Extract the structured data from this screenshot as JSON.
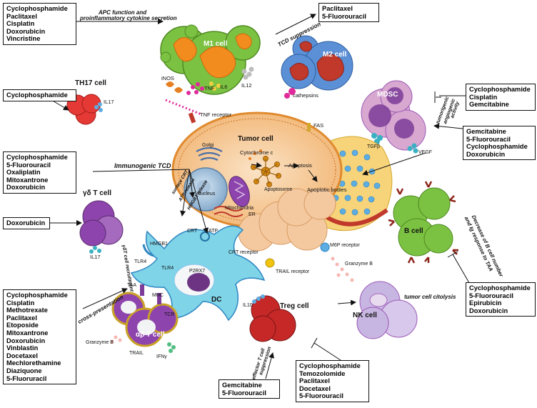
{
  "drug_boxes": {
    "m1_drugs": [
      "Cyclophosphamide",
      "Paclitaxel",
      "Cisplatin",
      "Doxorubicin",
      "Vincristine"
    ],
    "m2_drugs": [
      "Paclitaxel",
      "5-Fluorouracil"
    ],
    "th17_drugs": [
      "Cyclophosphamide"
    ],
    "mdsc_drugs": [
      "Cyclophosphamide",
      "Cisplatin",
      "Gemcitabine"
    ],
    "angiogenic_drugs": [
      "Gemcitabine",
      "5-Fluorouracil",
      "Cyclophosphamide",
      "Doxorubicin"
    ],
    "itcd_drugs": [
      "Cyclophosphamide",
      "5-Fluorouracil",
      "Oxaliplatin",
      "Mitoxantrone",
      "Doxorubicin"
    ],
    "gd_drugs": [
      "Doxorubicin"
    ],
    "cross_drugs": [
      "Cyclophosphamide",
      "Cisplatin",
      "Methotrexate",
      "Paclitaxel",
      "Etoposide",
      "Mitoxantrone",
      "Doxorubicin",
      "Vinblastin",
      "Docetaxel",
      "Mechlorethamine",
      "Diaziquone",
      "5-Fluoruracil"
    ],
    "nk_drugs": [
      "Cyclophosphamide",
      "5-Fluorouracil",
      "Epirubicin",
      "Doxorubicin"
    ],
    "treg_drugs": [
      "Cyclophosphamide",
      "Temozolomide",
      "Paclitaxel",
      "Docetaxel",
      "5-Fluorouracil"
    ],
    "effector_drugs": [
      "Gemcitabine",
      "5-Fluorouracil"
    ]
  },
  "cells": {
    "m1": "M1 cell",
    "m2": "M2 cell",
    "th17": "TH17 cell",
    "mdsc": "MDSC",
    "tumor": "Tumor cell",
    "gd": "γδ T cell",
    "dc": "DC",
    "ab": "αβ T cell",
    "treg": "Treg cell",
    "nk": "NK cell",
    "b": "B cell"
  },
  "annotations": {
    "apc": "APC function and",
    "apc2": "proinflammatory cytokine secretion",
    "tcd_supp": "TCD suppression",
    "immunogenic": "Immunogenic TCD",
    "tumorigenic": "tumorigenic",
    "angiogenic": "angiogenic",
    "activity": "activity",
    "decrease1": "Decrease of B cell number",
    "decrease2": "and Ig response to TAA",
    "citolysis": "tumor cell citolysis",
    "recruitment": "γδT cell recruitment",
    "cross": "cross-presentation",
    "effector1": "effector T cell",
    "effector2": "suppression",
    "surface": "surface CRT",
    "atp_release": "ATP release",
    "hmgb1_release": "HMGB1 release"
  },
  "molecules": {
    "inos": "iNOS",
    "tnf": "TNF",
    "il6": "IL6",
    "il12": "IL12",
    "cathepsins": "cathepsins",
    "il17": "IL17",
    "il17b": "IL17",
    "tnf_receptor": "TNF receptor",
    "fas": "FAS",
    "golgi": "Golgi",
    "cytochrome": "Cytochrome c",
    "nucleus": "Nucleus",
    "mitochondria": "Mitochondria",
    "er": "ER",
    "apoptosome": "Apoptosome",
    "apoptosis": "Apoptosis",
    "apoptotic_bodies": "Apoptotic bodies",
    "tgfb": "TGFβ",
    "vegf": "VEGF",
    "crt": "CRT",
    "hmgb1": "HMGB1",
    "atp": "ATP",
    "crt_receptor": "CRT receptor",
    "m6p": "M6P receptor",
    "trail_receptor": "TRAIL receptor",
    "granzyme_b": "Granzyme B",
    "granzyme_b2": "Granzyme B",
    "tlr4": "TLR4",
    "tlr4b": "TLR4",
    "p2rx7": "P2RX7",
    "taa": "TAA",
    "mhc": "MHC",
    "tcr": "TCR",
    "trail": "TRAIL",
    "ifng": "IFNγ",
    "il10": "IL10"
  },
  "colors": {
    "m1": "#7cc242",
    "m1_nucleus": "#f28c1e",
    "m2": "#5b8fd6",
    "m2_nucleus": "#c0392b",
    "th17": "#e53935",
    "mdsc": "#d8a8d0",
    "mdsc_nucleus": "#7d3c98",
    "gd": "#8e44ad",
    "dc": "#7fd4e8",
    "treg": "#c62828",
    "nk": "#c8b6e2",
    "b": "#7cc242",
    "tumor": "#f6c48f",
    "apoptotic": "#f5c9a0",
    "cluster": "#f7d37a"
  }
}
